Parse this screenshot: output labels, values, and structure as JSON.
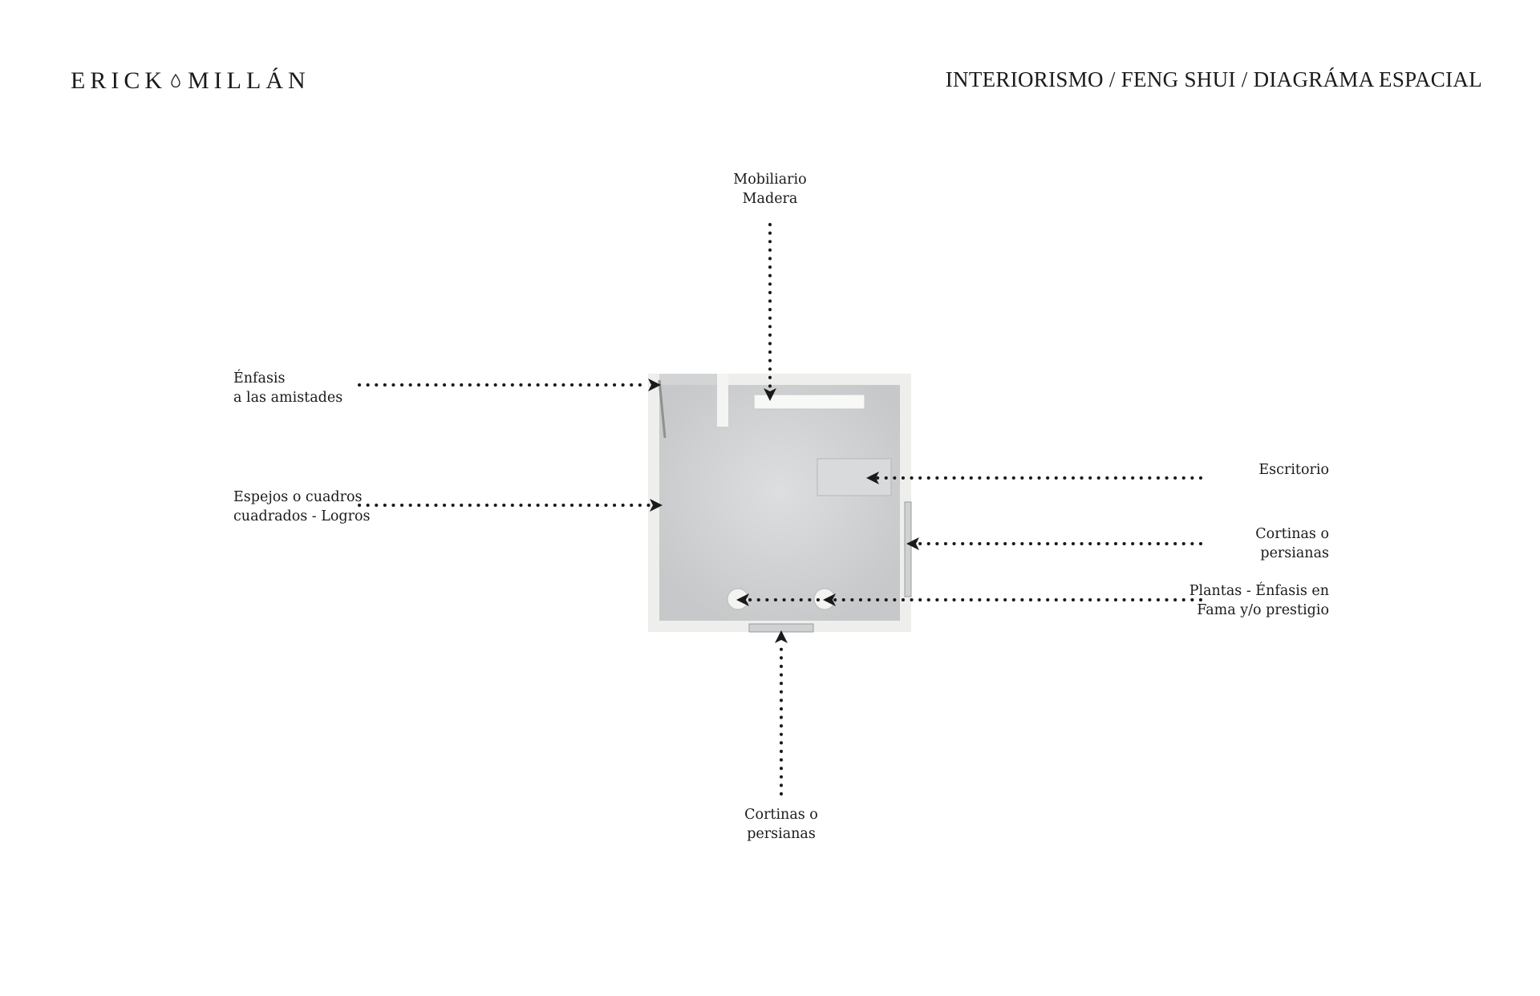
{
  "brand": {
    "name_left": "ERICK",
    "name_right": "MILLÁN",
    "icon": "water-drop-icon"
  },
  "header": {
    "title": "INTERIORISMO / FENG SHUI / DIAGRÁMA ESPACIAL"
  },
  "labels": {
    "mobiliario": [
      "Mobiliario",
      "Madera"
    ],
    "enfasis_amistades": [
      "Énfasis",
      "a las amistades"
    ],
    "espejos": [
      "Espejos o cuadros",
      "cuadrados - Logros"
    ],
    "escritorio": [
      "Escritorio"
    ],
    "cortinas_right": [
      "Cortinas o",
      "persianas"
    ],
    "plantas": [
      "Plantas - Énfasis en",
      "Fama y/o prestigio"
    ],
    "cortinas_bottom": [
      "Cortinas o",
      "persianas"
    ]
  },
  "colors": {
    "text": "#1a1a1a",
    "wall": "#eeeeec",
    "floor": "#cfd1d2",
    "furniture": "#f7f7f6"
  }
}
